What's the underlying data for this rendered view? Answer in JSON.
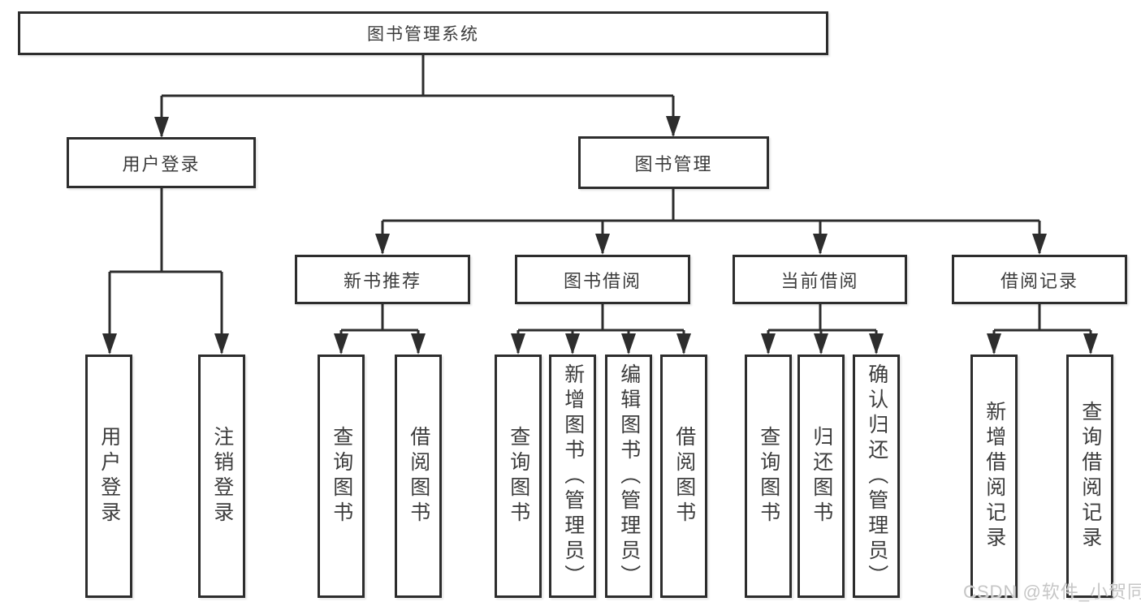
{
  "diagram_type": "hierarchy-tree",
  "colors": {
    "line": "#2d2d2d",
    "text": "#3c3c3c",
    "box_bg": "#ffffff",
    "watermark": "#c6c6c6",
    "background": "#ffffff"
  },
  "tree": {
    "label": "图书管理系统",
    "children": [
      {
        "label": "用户登录",
        "children": [
          {
            "label": "用户登录"
          },
          {
            "label": "注销登录"
          }
        ]
      },
      {
        "label": "图书管理",
        "children": [
          {
            "label": "新书推荐",
            "children": [
              {
                "label": "查询图书"
              },
              {
                "label": "借阅图书"
              }
            ]
          },
          {
            "label": "图书借阅",
            "children": [
              {
                "label": "查询图书"
              },
              {
                "label": "新增图书（管理员）"
              },
              {
                "label": "编辑图书（管理员）"
              },
              {
                "label": "借阅图书"
              }
            ]
          },
          {
            "label": "当前借阅",
            "children": [
              {
                "label": "查询图书"
              },
              {
                "label": "归还图书"
              },
              {
                "label": "确认归还（管理员）"
              }
            ]
          },
          {
            "label": "借阅记录",
            "children": [
              {
                "label": "新增借阅记录"
              },
              {
                "label": "查询借阅记录"
              }
            ]
          }
        ]
      }
    ]
  },
  "watermark": {
    "text": "CSDN @软件_小贺同学"
  }
}
